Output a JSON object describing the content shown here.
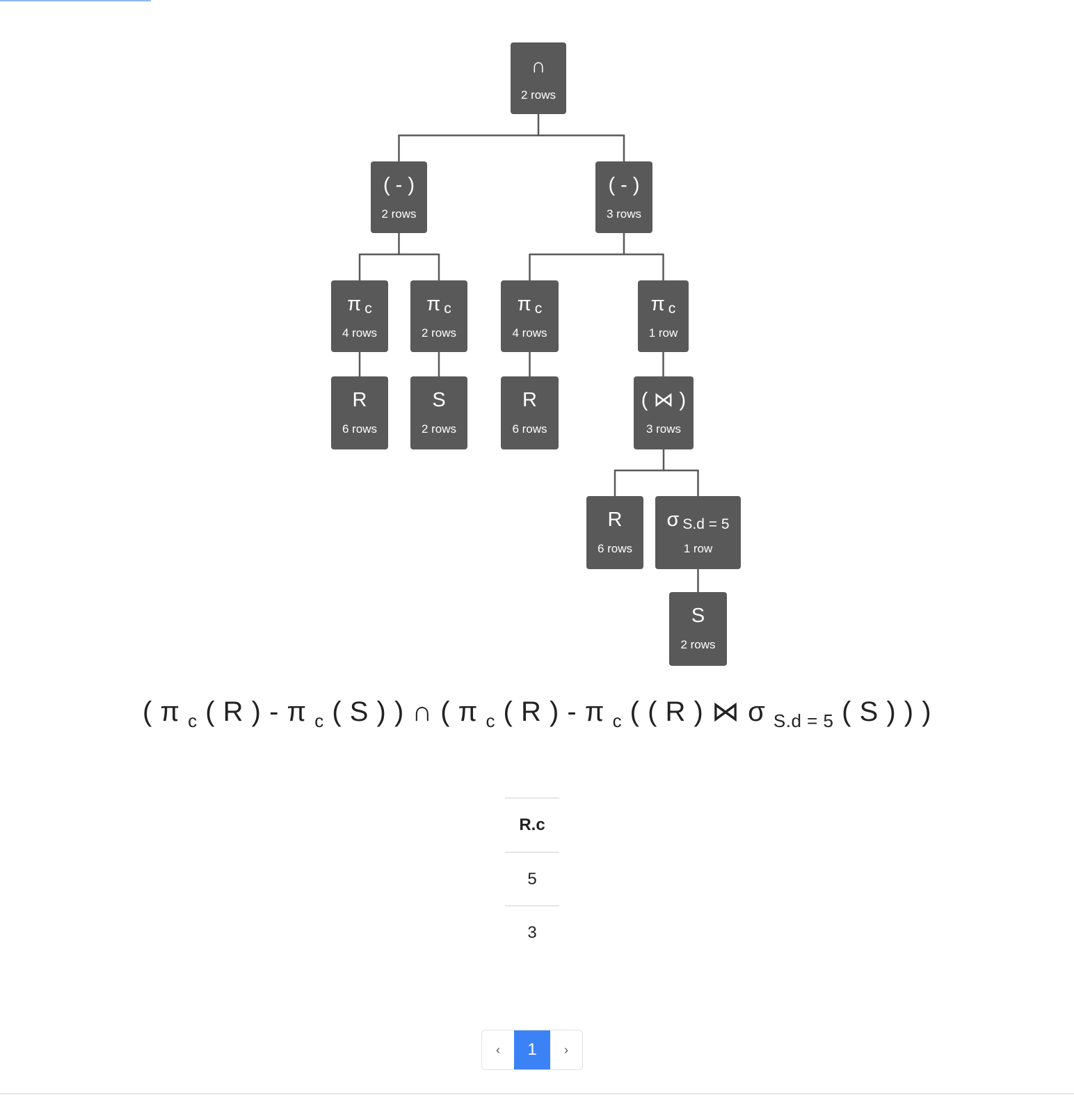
{
  "tree": {
    "nodes": [
      {
        "id": "root-intersect",
        "op": "∩",
        "sub": "",
        "rows": "2 rows"
      },
      {
        "id": "diff-left",
        "op": "( - )",
        "sub": "",
        "rows": "2 rows"
      },
      {
        "id": "diff-right",
        "op": "( - )",
        "sub": "",
        "rows": "3 rows"
      },
      {
        "id": "proj-1",
        "op": "π",
        "sub": "c",
        "rows": "4 rows"
      },
      {
        "id": "proj-2",
        "op": "π",
        "sub": "c",
        "rows": "2 rows"
      },
      {
        "id": "proj-3",
        "op": "π",
        "sub": "c",
        "rows": "4 rows"
      },
      {
        "id": "proj-4",
        "op": "π",
        "sub": "c",
        "rows": "1 row"
      },
      {
        "id": "rel-r-1",
        "op": "R",
        "sub": "",
        "rows": "6 rows"
      },
      {
        "id": "rel-s-1",
        "op": "S",
        "sub": "",
        "rows": "2 rows"
      },
      {
        "id": "rel-r-2",
        "op": "R",
        "sub": "",
        "rows": "6 rows"
      },
      {
        "id": "join",
        "op": "( ⋈ )",
        "sub": "",
        "rows": "3 rows"
      },
      {
        "id": "rel-r-3",
        "op": "R",
        "sub": "",
        "rows": "6 rows"
      },
      {
        "id": "select",
        "op": "σ",
        "sub": "S.d = 5",
        "rows": "1 row"
      },
      {
        "id": "rel-s-2",
        "op": "S",
        "sub": "",
        "rows": "2 rows"
      }
    ],
    "edges": [
      [
        "root-intersect",
        "diff-left"
      ],
      [
        "root-intersect",
        "diff-right"
      ],
      [
        "diff-left",
        "proj-1"
      ],
      [
        "diff-left",
        "proj-2"
      ],
      [
        "diff-right",
        "proj-3"
      ],
      [
        "diff-right",
        "proj-4"
      ],
      [
        "proj-1",
        "rel-r-1"
      ],
      [
        "proj-2",
        "rel-s-1"
      ],
      [
        "proj-3",
        "rel-r-2"
      ],
      [
        "proj-4",
        "join"
      ],
      [
        "join",
        "rel-r-3"
      ],
      [
        "join",
        "select"
      ],
      [
        "select",
        "rel-s-2"
      ]
    ]
  },
  "expression": {
    "parts": [
      {
        "t": "( π "
      },
      {
        "s": "c"
      },
      {
        "t": " ( R ) - π "
      },
      {
        "s": "c"
      },
      {
        "t": " ( S ) ) ∩ ( π "
      },
      {
        "s": "c"
      },
      {
        "t": " ( R ) - π "
      },
      {
        "s": "c"
      },
      {
        "t": " ( ( R ) ⋈ σ "
      },
      {
        "s": "S.d = 5"
      },
      {
        "t": " ( S ) ) )"
      }
    ]
  },
  "result": {
    "header": "R.c",
    "rows": [
      "5",
      "3"
    ]
  },
  "pagination": {
    "prev": "‹",
    "current": "1",
    "next": "›"
  }
}
